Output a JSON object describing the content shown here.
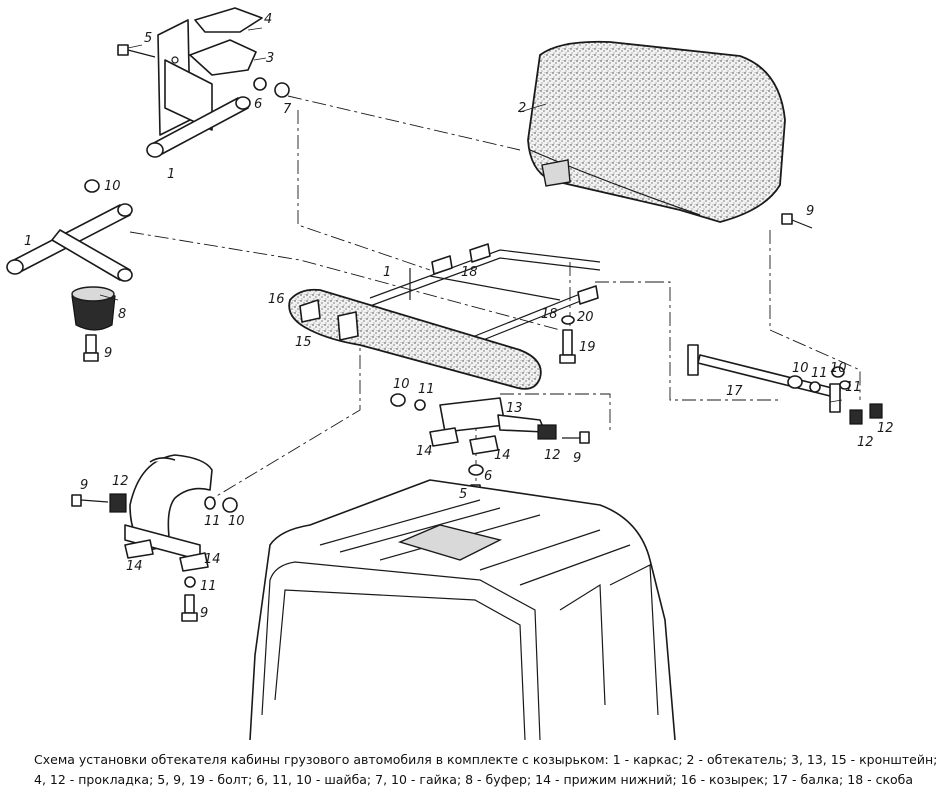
{
  "labels": {
    "n1": "1",
    "n2": "2",
    "n3": "3",
    "n4": "4",
    "n5": "5",
    "n6": "6",
    "n7": "7",
    "n8": "8",
    "n9": "9",
    "n10": "10",
    "n11": "11",
    "n12": "12",
    "n13": "13",
    "n14": "14",
    "n15": "15",
    "n16": "16",
    "n17": "17",
    "n18": "18",
    "n19": "19",
    "n20": "20"
  },
  "caption": {
    "line1": "Схема установки обтекателя кабины грузового автомобиля в комплекте с козырьком: 1 - каркас; 2 - обтекатель; 3, 13, 15 - кронштейн;",
    "line2": "4, 12 - прокладка; 5, 9, 19 - болт; 6, 11, 10 - шайба; 7, 10 - гайка; 8 - буфер; 14 - прижим нижний; 16 - козырек; 17 - балка; 18 - скоба"
  }
}
